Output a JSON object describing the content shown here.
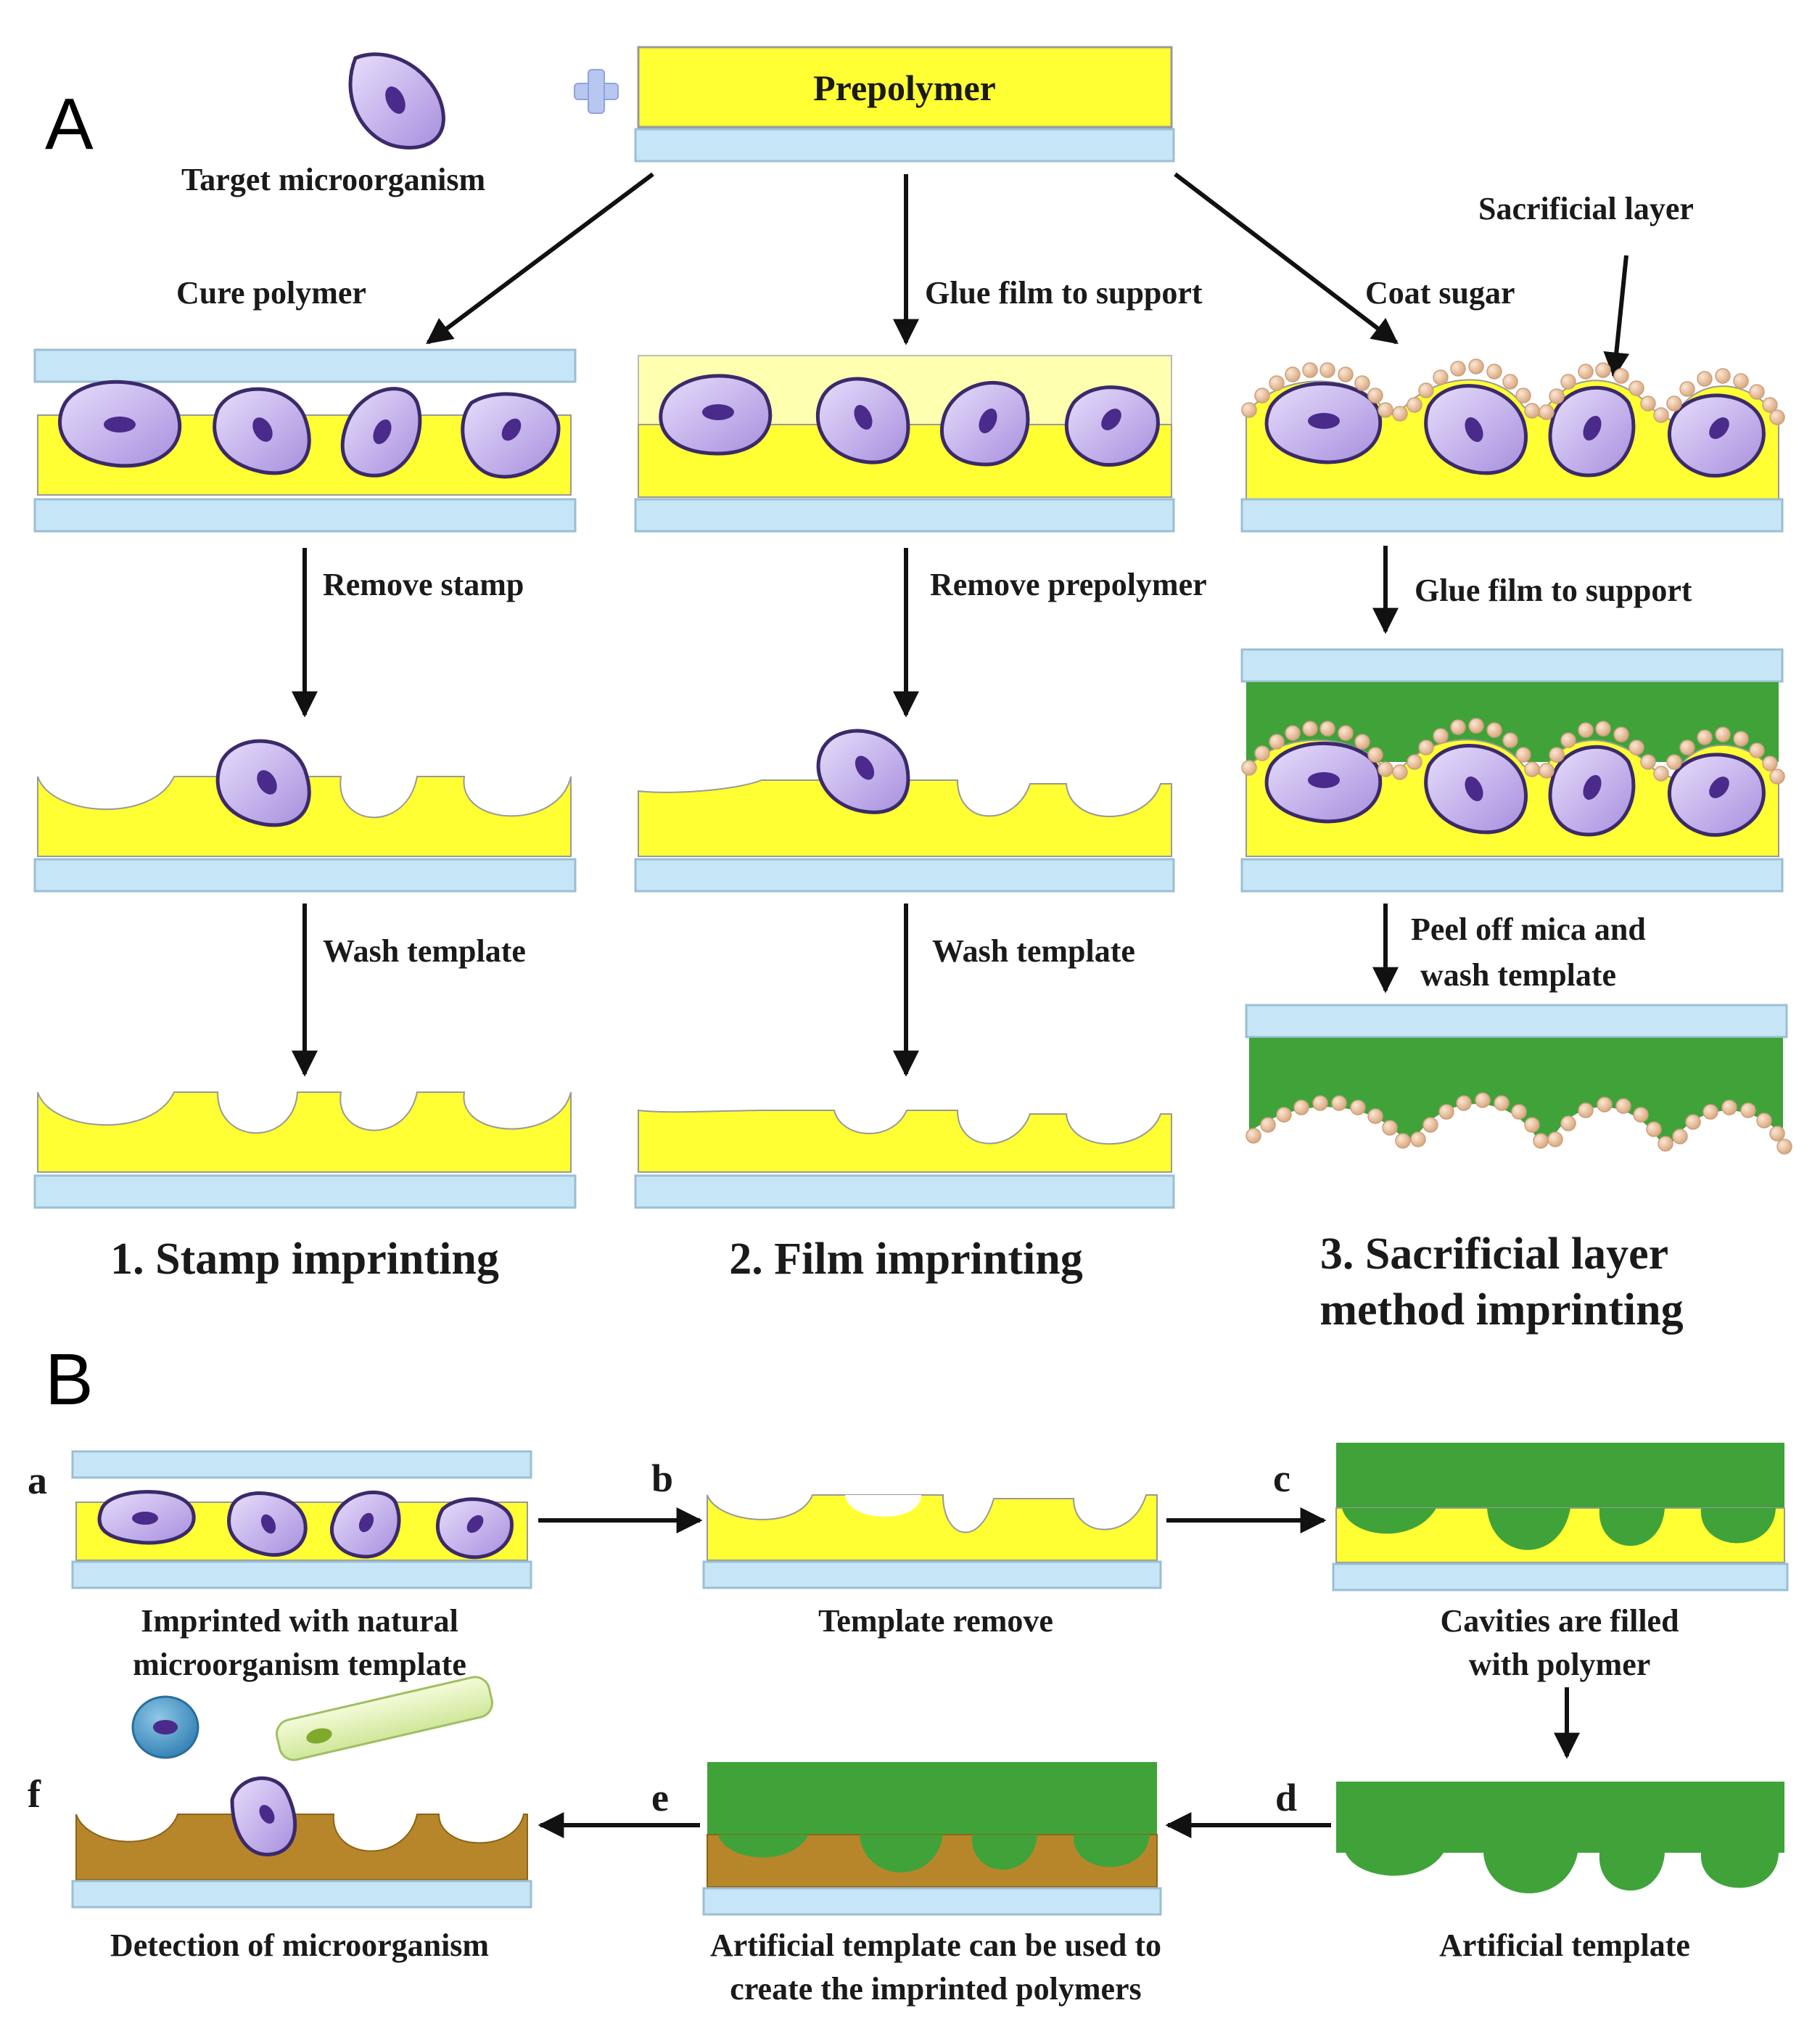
{
  "panel_a": {
    "letter": "A",
    "target_label": "Target microorganism",
    "prepolymer_label": "Prepolymer",
    "arrows": {
      "cure": "Cure polymer",
      "glue_center": "Glue film to support",
      "coat": "Coat sugar",
      "sacrificial": "Sacrificial layer",
      "remove_stamp": "Remove stamp",
      "remove_prepolymer": "Remove prepolymer",
      "glue_right": "Glue film to support",
      "wash_left": "Wash template",
      "wash_center": "Wash template",
      "peel_line1": "Peel off mica and",
      "peel_line2": "wash template"
    },
    "methods": {
      "m1": "1. Stamp imprinting",
      "m2": "2. Film imprinting",
      "m3_line1": "3. Sacrificial layer",
      "m3_line2": "method imprinting"
    }
  },
  "panel_b": {
    "letter": "B",
    "steps": {
      "a": "a",
      "b": "b",
      "c": "c",
      "d": "d",
      "e": "e",
      "f": "f"
    },
    "captions": {
      "a_line1": "Imprinted with natural",
      "a_line2": "microorganism template",
      "b": "Template remove",
      "c_line1": "Cavities are filled",
      "c_line2": "with polymer",
      "d": "Artificial template",
      "e_line1": "Artificial template can be used to",
      "e_line2": "create the imprinted polymers",
      "f": "Detection of microorganism"
    }
  },
  "colors": {
    "polymer_yellow": "#ffff33",
    "support_blue": "#c6e6f7",
    "cell_purple": "#c9b8ee",
    "nucleus": "#4a2a8a",
    "artificial_green": "#3fa33a",
    "brown_polymer": "#b8862a",
    "sugar_bead": "#efc9a4"
  }
}
